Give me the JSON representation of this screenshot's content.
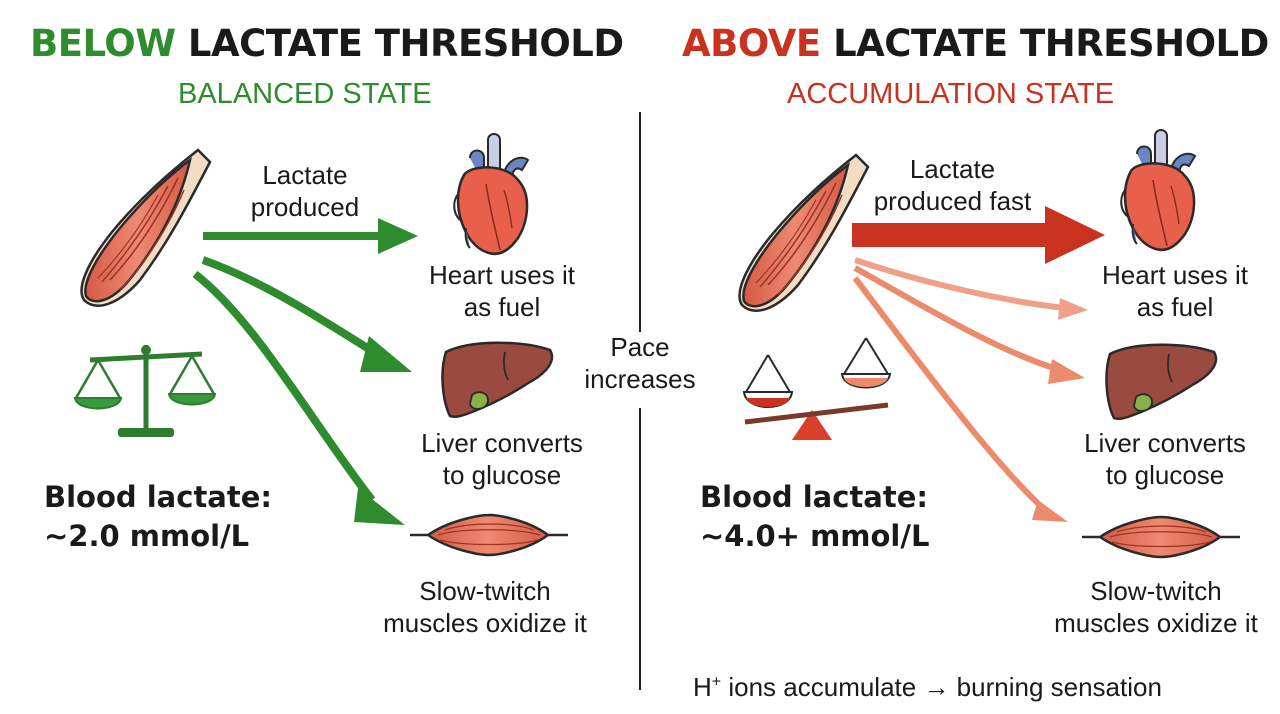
{
  "left": {
    "title_accent": "BELOW",
    "title_rest": " LACTATE THRESHOLD",
    "subtitle": "BALANCED STATE",
    "produced_l1": "Lactate",
    "produced_l2": "produced",
    "heart_l1": "Heart uses it",
    "heart_l2": "as fuel",
    "liver_l1": "Liver converts",
    "liver_l2": "to glucose",
    "slow_l1": "Slow-twitch",
    "slow_l2": "muscles oxidize it",
    "blood_l1": "Blood lactate:",
    "blood_l2": "~2.0 mmol/L",
    "accent_color": "#2e8b2e"
  },
  "center": {
    "pace_l1": "Pace",
    "pace_l2": "increases"
  },
  "right": {
    "title_accent": "ABOVE",
    "title_rest": " LACTATE THRESHOLD",
    "subtitle": "ACCUMULATION STATE",
    "produced_l1": "Lactate",
    "produced_l2": "produced fast",
    "heart_l1": "Heart uses it",
    "heart_l2": "as fuel",
    "liver_l1": "Liver converts",
    "liver_l2": "to glucose",
    "slow_l1": "Slow-twitch",
    "slow_l2": "muscles oxidize it",
    "blood_l1": "Blood lactate:",
    "blood_l2": "~4.0+ mmol/L",
    "footer_h": "H",
    "footer_sup": "+",
    "footer_rest": " ions accumulate → burning sensation",
    "accent_color": "#c8321e",
    "arrow_light_color": "#ec8a6c"
  }
}
